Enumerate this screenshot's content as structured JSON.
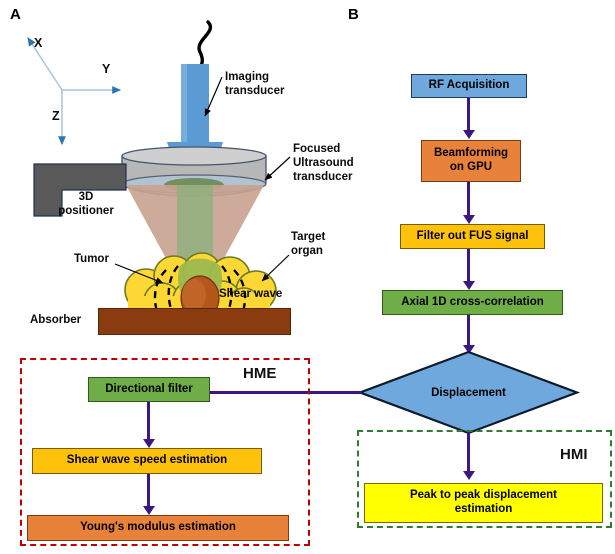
{
  "figure": {
    "panels": [
      {
        "id": "A",
        "letter": "A",
        "name": "experimental-setup"
      },
      {
        "id": "B",
        "letter": "B",
        "name": "processing-flowchart"
      }
    ]
  },
  "panel_a": {
    "letter": "A",
    "axes": {
      "x_label": "X",
      "y_label": "Y",
      "z_label": "Z"
    },
    "labels": {
      "imaging_transducer": "Imaging\ntransducer",
      "imaging_transducer_line1": "Imaging",
      "imaging_transducer_line2": "transducer",
      "focused_us_line1": "Focused",
      "focused_us_line2": "Ultrasound",
      "focused_us_line3": "transducer",
      "positioner_line1": "3D",
      "positioner_line2": "positioner",
      "tumor": "Tumor",
      "target_organ_line1": "Target",
      "target_organ_line2": "organ",
      "shear_wave": "Shear wave",
      "absorber": "Absorber"
    },
    "colors": {
      "imaging_transducer": "#5b9bd5",
      "fus_transducer": "#b7b7b7",
      "positioner": "#595959",
      "beam_cone": "#c9a390",
      "imaging_beam": "#8fb07d",
      "organ": "#fdd835",
      "organ_top": "#9cbb4e",
      "tumor": "#b5561b",
      "absorber": "#8a3b10",
      "axis": "#a9c4de",
      "cable": "#000000"
    }
  },
  "panel_b": {
    "letter": "B",
    "nodes": [
      {
        "id": "rf-acquisition",
        "label": "RF Acquisition",
        "shape": "rect",
        "color": "#6fa8dc"
      },
      {
        "id": "beamforming-on-gpu",
        "label": "Beamforming\non GPU",
        "line1": "Beamforming",
        "line2": "on GPU",
        "shape": "rect",
        "color": "#e8813a"
      },
      {
        "id": "filter-out-fus-signal",
        "label": "Filter out FUS signal",
        "shape": "rect",
        "color": "#ffc20a"
      },
      {
        "id": "axial-1d-cross-correlation",
        "label": "Axial 1D cross-correlation",
        "shape": "rect",
        "color": "#6fae46"
      },
      {
        "id": "displacement",
        "label": "Displacement",
        "shape": "diamond",
        "color": "#6fa8dc"
      }
    ],
    "hme": {
      "group_label": "HME",
      "border_color": "#c00000",
      "nodes": [
        {
          "id": "directional-filter",
          "label": "Directional filter",
          "color": "#6fae46"
        },
        {
          "id": "shear-wave-speed-estimation",
          "label": "Shear wave speed estimation",
          "color": "#ffc20a"
        },
        {
          "id": "youngs-modulus-estimation",
          "label": "Young's modulus estimation",
          "color": "#e8813a"
        }
      ]
    },
    "hmi": {
      "group_label": "HMI",
      "border_color": "#2e7d32",
      "nodes": [
        {
          "id": "peak-to-peak-displacement-estimation",
          "label": "Peak to peak displacement\nestimation",
          "line1": "Peak to peak displacement",
          "line2": "estimation",
          "color": "#ffff00"
        }
      ]
    },
    "arrow_color": "#3d177f"
  }
}
